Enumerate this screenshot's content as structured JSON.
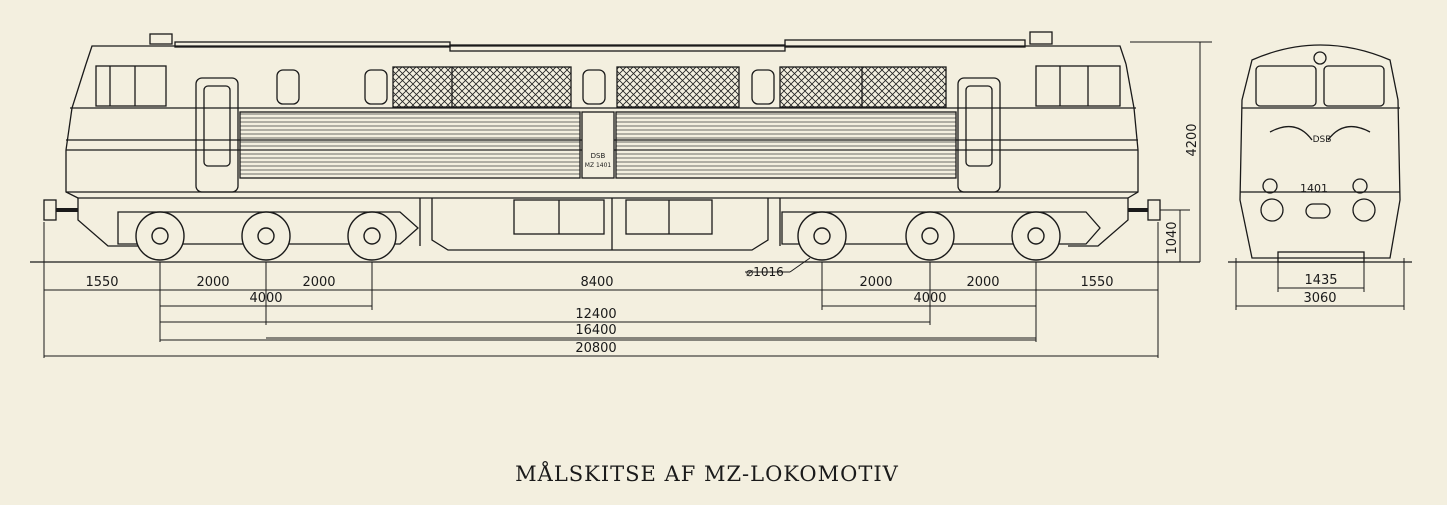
{
  "caption": "MÅLSKITSE AF MZ-LOKOMOTIV",
  "side_view": {
    "loco_marking": "DSB",
    "loco_number_small": "MZ 1401",
    "wheel_diameter": "⌀1016"
  },
  "front_view": {
    "number": "1401",
    "emblem_text": "DSB"
  },
  "dimensions": {
    "segments_top": [
      "1550",
      "2000",
      "2000",
      "8400",
      "2000",
      "2000",
      "1550"
    ],
    "bogie_span_left": "4000",
    "bogie_span_right": "4000",
    "row_12400": "12400",
    "row_16400": "16400",
    "row_20800": "20800",
    "height_total": "4200",
    "height_buffer": "1040",
    "gauge": "1435",
    "width": "3060"
  },
  "colors": {
    "paper": "#f3efdf",
    "ink": "#1a1a1a"
  }
}
